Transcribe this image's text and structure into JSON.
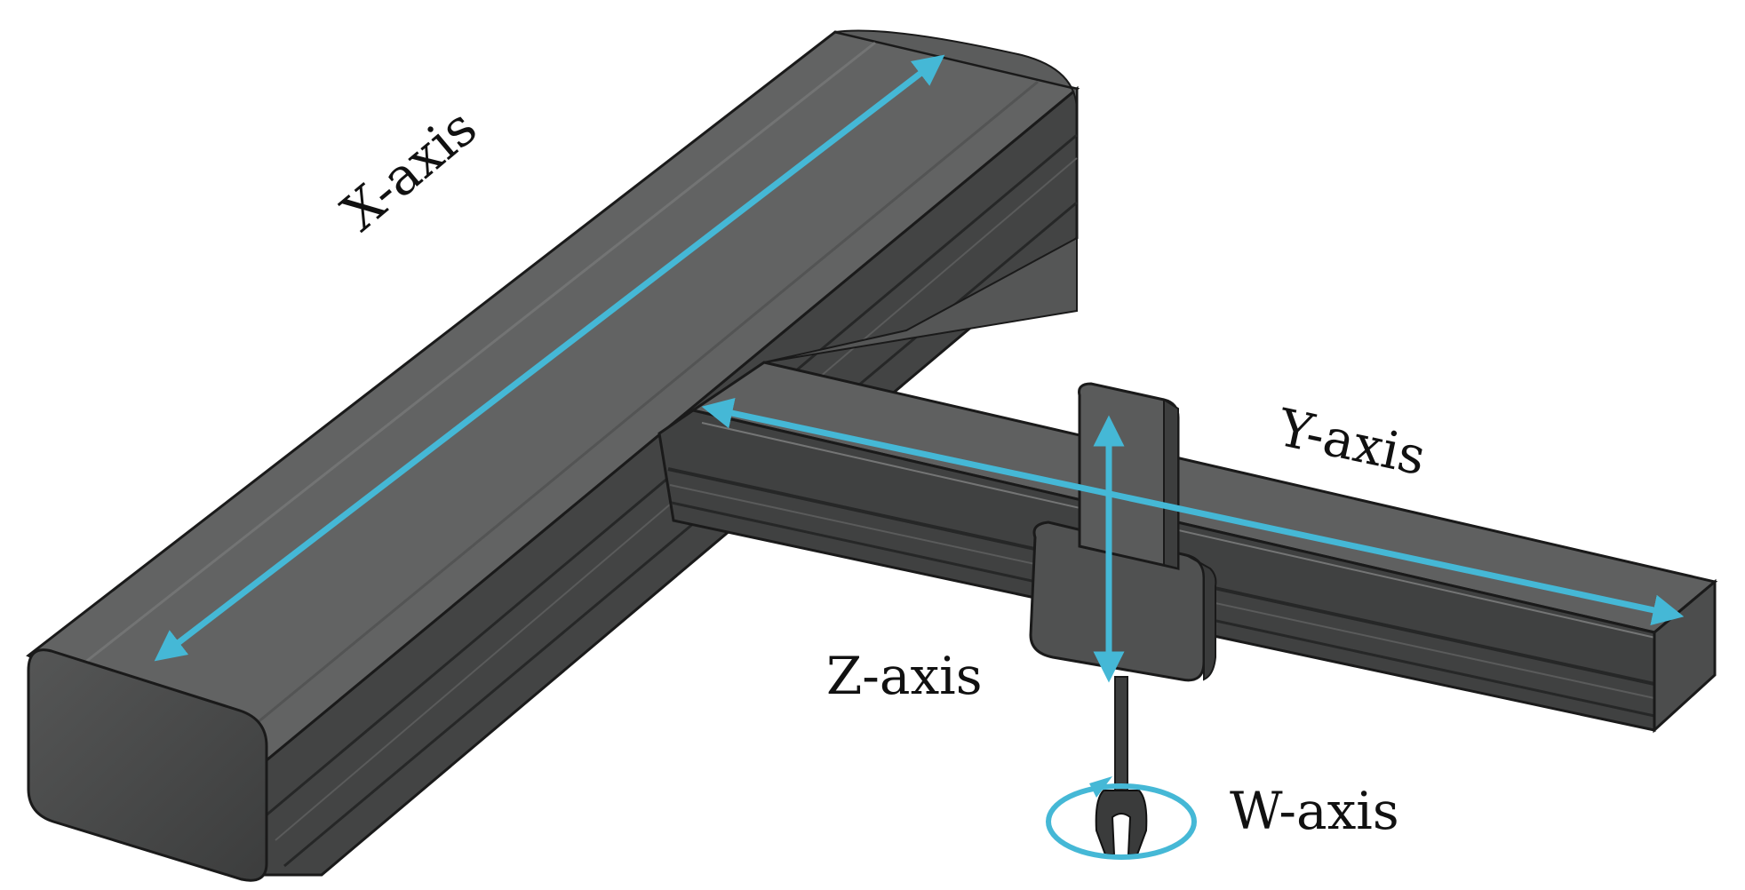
{
  "figure": {
    "labels": {
      "x_axis": "X-axis",
      "y_axis": "Y-axis",
      "z_axis": "Z-axis",
      "w_axis": "W-axis"
    }
  },
  "colors": {
    "rail_top": "#616262",
    "rail_side": "#474848",
    "rail_dark": "#2f3030",
    "rail_edge": "#1a1a1a",
    "arrow": "#45b8d6",
    "label_text": "#111111",
    "background": "#ffffff"
  }
}
